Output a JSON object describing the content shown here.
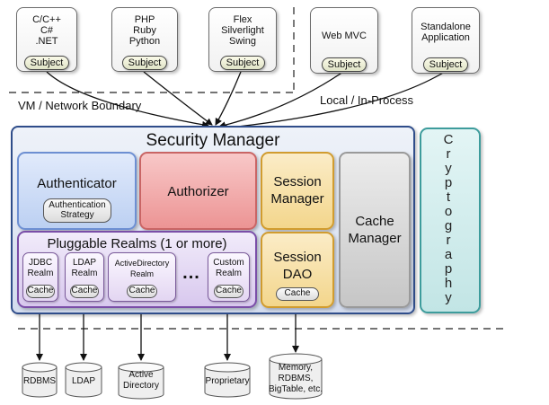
{
  "clients": [
    {
      "label": "C/C++\nC#\n.NET",
      "subject": "Subject"
    },
    {
      "label": "PHP\nRuby\nPython",
      "subject": "Subject"
    },
    {
      "label": "Flex\nSilverlight\nSwing",
      "subject": "Subject"
    },
    {
      "label": "Web MVC",
      "subject": "Subject"
    },
    {
      "label": "Standalone\nApplication",
      "subject": "Subject"
    }
  ],
  "boundaries": {
    "vm_network": "VM / Network Boundary",
    "local": "Local / In-Process"
  },
  "security_manager": {
    "title": "Security Manager",
    "authenticator": "Authenticator",
    "authentication_strategy": "Authentication\nStrategy",
    "authorizer": "Authorizer",
    "session_manager": "Session\nManager",
    "cache_manager": "Cache\nManager",
    "session_dao": "Session\nDAO",
    "session_dao_cache": "Cache",
    "pluggable_realms": "Pluggable Realms (1 or more)",
    "realms": [
      {
        "label": "JDBC\nRealm",
        "cache": "Cache"
      },
      {
        "label": "LDAP\nRealm",
        "cache": "Cache"
      },
      {
        "label": "ActiveDirectory\nRealm",
        "cache": "Cache"
      },
      {
        "label": "Custom\nRealm",
        "cache": "Cache"
      }
    ],
    "ellipsis": "..."
  },
  "cryptography": [
    "C",
    "r",
    "y",
    "p",
    "t",
    "o",
    "g",
    "r",
    "a",
    "p",
    "h",
    "y"
  ],
  "data_stores": [
    {
      "label": "RDBMS"
    },
    {
      "label": "LDAP"
    },
    {
      "label": "Active\nDirectory"
    },
    {
      "label": "Proprietary"
    },
    {
      "label": "Memory,\nRDBMS,\nBigTable, etc."
    }
  ],
  "colors": {
    "security_manager_fill": "#dfe6f3",
    "security_manager_border": "#2f4d8a",
    "authenticator_fill": "#c9d9f6",
    "authorizer_fill": "#f2a3a3",
    "session_fill": "#f6dfa8",
    "cache_manager_fill": "#d4d4d4",
    "realms_fill": "#e6dcf3",
    "cryptography_fill": "#d3efef"
  }
}
